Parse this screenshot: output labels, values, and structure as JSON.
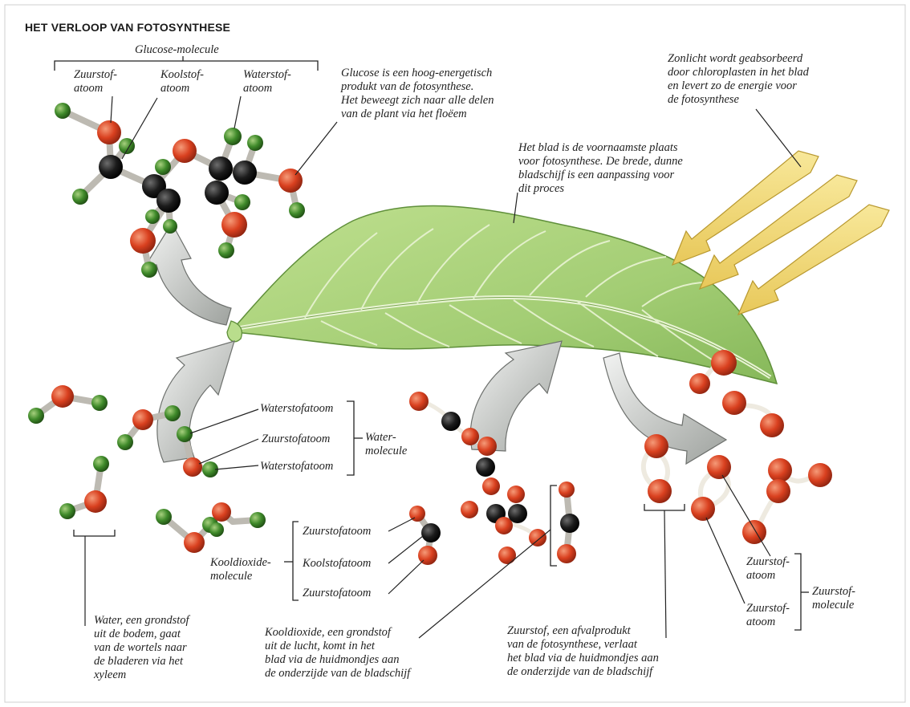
{
  "title": "HET VERLOOP VAN FOTOSYNTHESE",
  "colors": {
    "oxygen": "#d9401f",
    "carbon": "#1b1b1b",
    "hydrogen": "#3f8a2a",
    "leaf": "#a8d07a",
    "leaf_vein": "#e6f2cf",
    "sun_arrow": "#f1dc7a",
    "process_arrow": "#c8cbc8"
  },
  "glucose": {
    "group_label": "Glucose-molecule",
    "atoms": [
      [
        "Zuurstof-",
        "atoom"
      ],
      [
        "Koolstof-",
        "atoom"
      ],
      [
        "Waterstof-",
        "atoom"
      ]
    ],
    "caption": [
      "Glucose is een hoog-energetisch",
      "produkt van de fotosynthese.",
      "Het beweegt zich naar alle delen",
      "van de plant via het floëem"
    ]
  },
  "sunlight": {
    "icon": "sunlight-arrow-icon",
    "caption": [
      "Zonlicht wordt geabsorbeerd",
      "door chloroplasten in het blad",
      "en levert zo de energie voor",
      "de fotosynthese"
    ]
  },
  "leaf": {
    "caption": [
      "Het blad is de voornaamste plaats",
      "voor fotosynthese. De brede, dunne",
      "bladschijf is een aanpassing voor",
      "dit proces"
    ]
  },
  "water": {
    "atoms": [
      "Waterstofatoom",
      "Zuurstofatoom",
      "Waterstofatoom"
    ],
    "group_label": [
      "Water-",
      "molecule"
    ],
    "caption": [
      "Water, een grondstof",
      "uit de bodem, gaat",
      "van de wortels naar",
      "de bladeren via het",
      "xyleem"
    ]
  },
  "co2": {
    "atoms": [
      "Zuurstofatoom",
      "Koolstofatoom",
      "Zuurstofatoom"
    ],
    "group_label": [
      "Kooldioxide-",
      "molecule"
    ],
    "caption": [
      "Kooldioxide, een grondstof",
      "uit de lucht, komt in het",
      "blad via de huidmondjes aan",
      "de onderzijde van de bladschijf"
    ]
  },
  "oxygen": {
    "atoms": [
      [
        "Zuurstof-",
        "atoom"
      ],
      [
        "Zuurstof-",
        "atoom"
      ]
    ],
    "group_label": [
      "Zuurstof-",
      "molecule"
    ],
    "caption": [
      "Zuurstof, een afvalprodukt",
      "van de fotosynthese, verlaat",
      "het blad via de huidmondjes aan",
      "de onderzijde van de bladschijf"
    ]
  }
}
